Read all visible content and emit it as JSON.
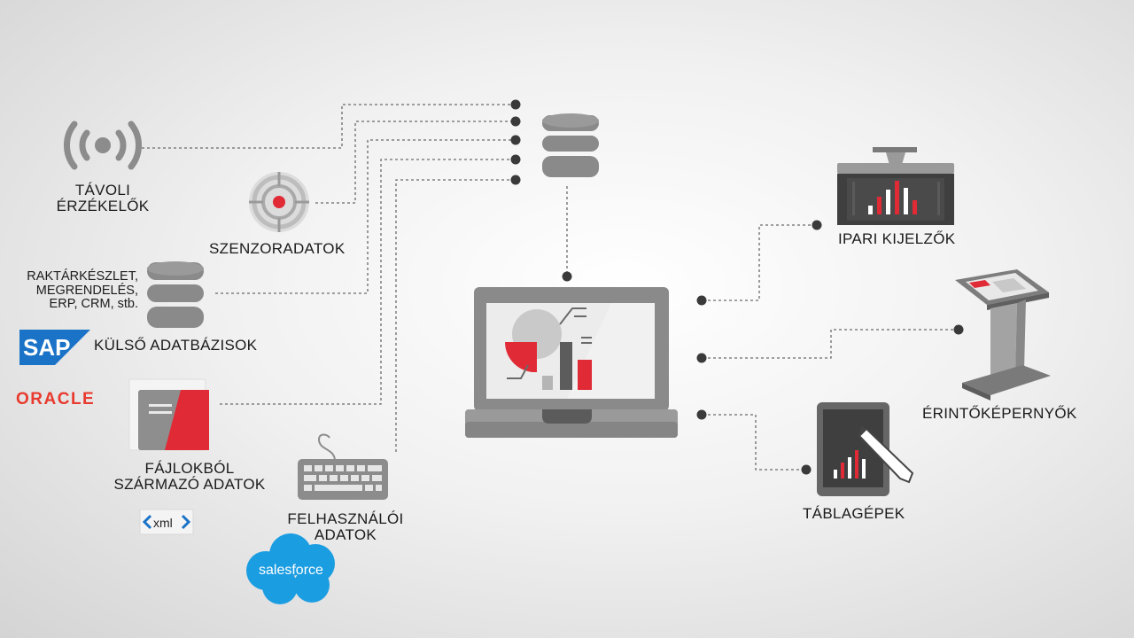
{
  "sources": {
    "remote_sensors": "TÁVOLI\nÉRZÉKELŐK",
    "sensor_data": "SZENZORADATOK",
    "inventory": "RAKTÁRKÉSZLET,\nMEGRENDELÉS,\nERP, CRM, stb.",
    "external_db": "KÜLSŐ ADATBÁZISOK",
    "file_data": "FÁJLOKBÓL\nSZÁRMAZÓ ADATOK",
    "user_data": "FELHASZNÁLÓI\nADATOK"
  },
  "outputs": {
    "industrial_displays": "IPARI KIJELZŐK",
    "touchscreens": "ÉRINTŐKÉPERNYŐK",
    "tablets": "TÁBLAGÉPEK"
  },
  "logos": {
    "sap": "SAP",
    "oracle": "ORACLE",
    "xml": "xml",
    "salesforce": "salesforce"
  },
  "colors": {
    "accent_red": "#e02a36",
    "icon_gray": "#8c8c8c",
    "dark_gray": "#5c5c5c",
    "sap_blue": "#1a73c7",
    "oracle_red": "#e83a2e",
    "salesforce_blue": "#1b9de2"
  }
}
